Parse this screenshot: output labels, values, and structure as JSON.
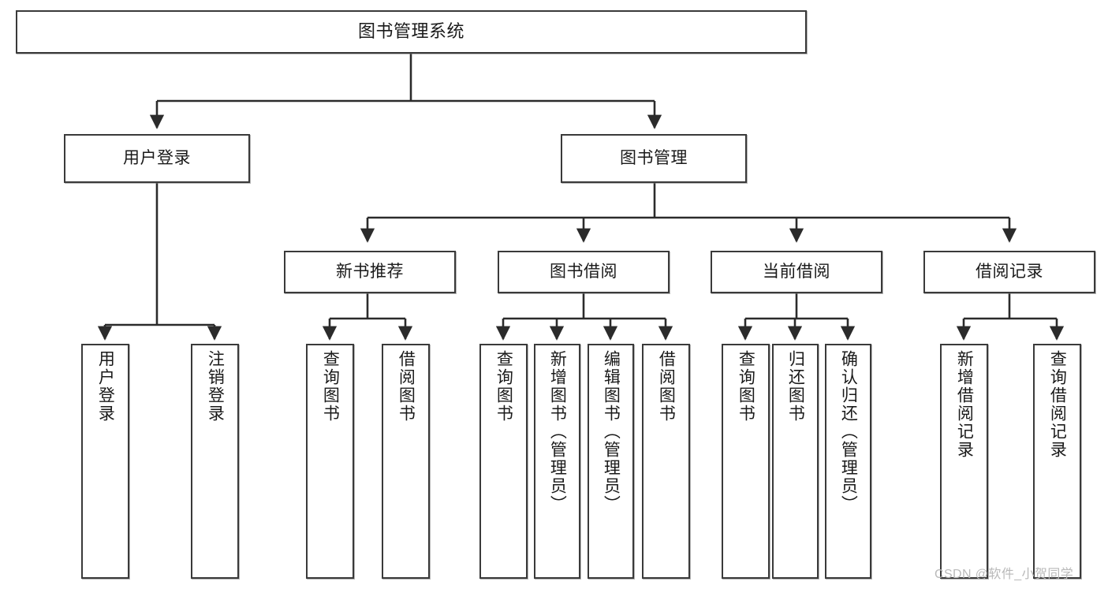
{
  "diagram": {
    "title": "图书管理系统",
    "type": "tree-hierarchy-chart",
    "colors": {
      "box_border": "#3a3a3a",
      "box_fill": "#ffffff",
      "edge": "#2b2b2b",
      "watermark": "#b9b9b9",
      "background": "#ffffff"
    },
    "root": {
      "label": "图书管理系统"
    },
    "level2": [
      {
        "label": "用户登录"
      },
      {
        "label": "图书管理"
      }
    ],
    "level3": [
      {
        "label": "新书推荐"
      },
      {
        "label": "图书借阅"
      },
      {
        "label": "当前借阅"
      },
      {
        "label": "借阅记录"
      }
    ],
    "leaves": {
      "user_login": [
        {
          "label": "用户登录"
        },
        {
          "label": "注销登录"
        }
      ],
      "new_book_recommend": [
        {
          "label": "查询图书"
        },
        {
          "label": "借阅图书"
        }
      ],
      "book_borrow": [
        {
          "label": "查询图书"
        },
        {
          "label": "新增图书（管理员）"
        },
        {
          "label": "编辑图书（管理员）"
        },
        {
          "label": "借阅图书"
        }
      ],
      "current_borrow": [
        {
          "label": "查询图书"
        },
        {
          "label": "归还图书"
        },
        {
          "label": "确认归还（管理员）"
        }
      ],
      "borrow_records": [
        {
          "label": "新增借阅记录"
        },
        {
          "label": "查询借阅记录"
        }
      ]
    },
    "watermark": "CSDN @软件_小贺同学"
  }
}
